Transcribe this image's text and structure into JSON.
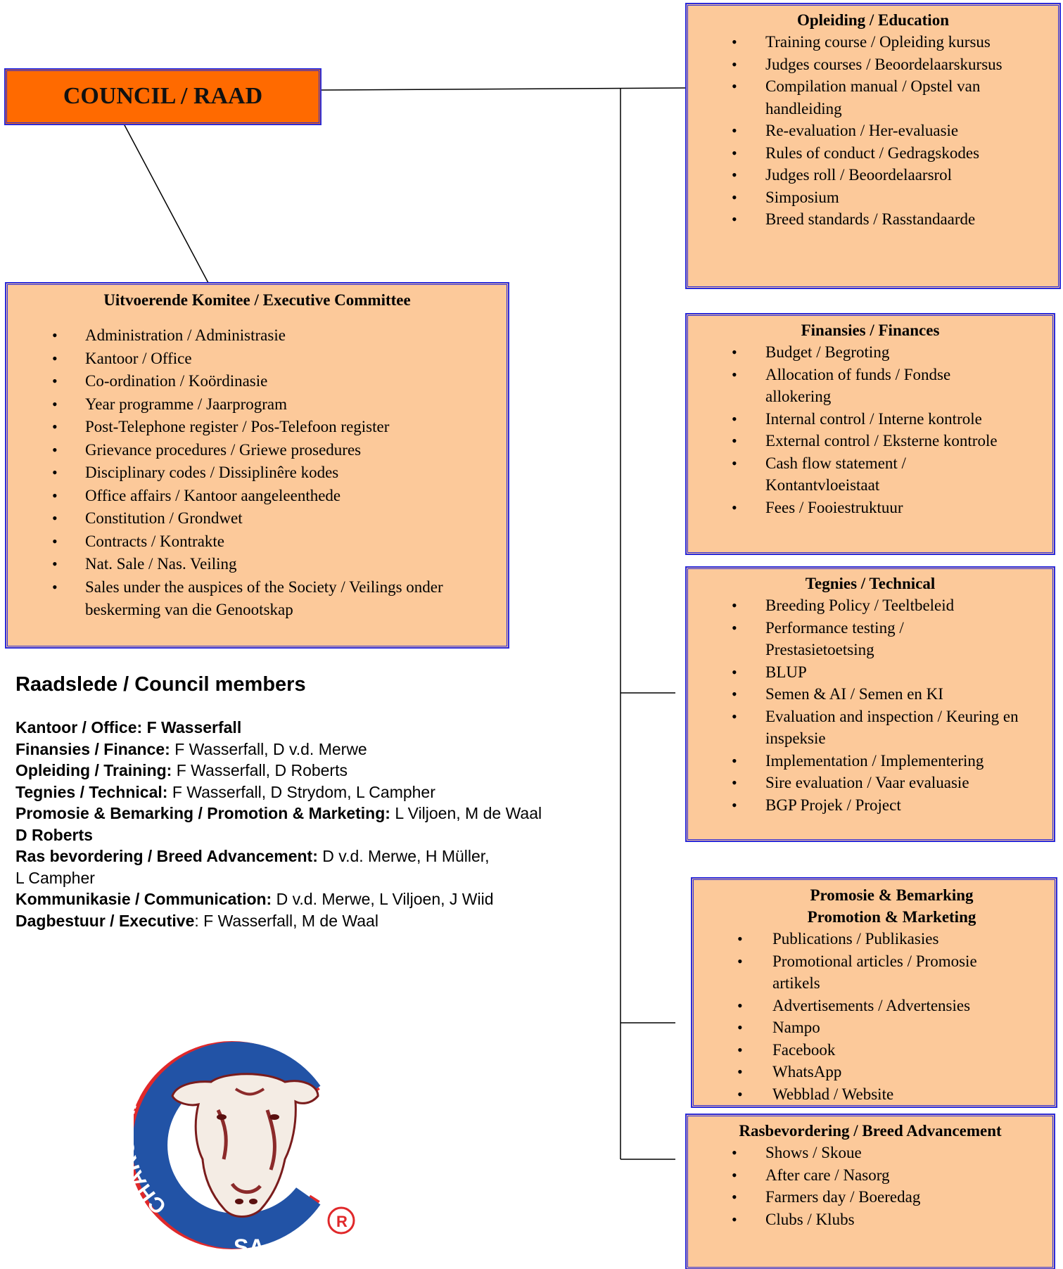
{
  "council": {
    "title": "COUNCIL / RAAD"
  },
  "executive": {
    "title": "Uitvoerende Komitee / Executive Committee",
    "items": [
      "Administration / Administrasie",
      "Kantoor / Office",
      "Co-ordination / Koördinasie",
      "Year programme / Jaarprogram",
      "Post-Telephone register / Pos-Telefoon register",
      "Grievance procedures / Griewe prosedures",
      "Disciplinary codes / Dissiplinêre kodes",
      "Office affairs / Kantoor aangeleenthede",
      "Constitution / Grondwet",
      "Contracts / Kontrakte",
      "Nat. Sale / Nas. Veiling",
      "Sales under the auspices of the Society / Veilings onder beskerming van die Genootskap"
    ]
  },
  "education": {
    "title": "Opleiding / Education",
    "items": [
      "Training course / Opleiding kursus",
      "Judges courses / Beoordelaarskursus",
      "Compilation manual / Opstel van handleiding",
      "Re-evaluation / Her-evaluasie",
      "Rules of conduct / Gedragskodes",
      "Judges roll / Beoordelaarsrol",
      "Simposium",
      "Breed standards / Rasstandaarde"
    ]
  },
  "finances": {
    "title": "Finansies / Finances",
    "items": [
      "Budget / Begroting",
      "Allocation of funds / Fondse allokering",
      "Internal control / Interne kontrole",
      "External control / Eksterne kontrole",
      "Cash flow statement / Kontantvloeistaat",
      "Fees / Fooiestruktuur"
    ]
  },
  "technical": {
    "title": "Tegnies / Technical",
    "items": [
      "Breeding Policy / Teeltbeleid",
      "Performance testing / Prestasietoetsing",
      "BLUP",
      "Semen & AI / Semen en KI",
      "Evaluation and inspection / Keuring en inspeksie",
      "Implementation / Implementering",
      "Sire evaluation / Vaar evaluasie",
      "BGP Projek / Project"
    ]
  },
  "promotion": {
    "title_line1": "Promosie & Bemarking",
    "title_line2": "Promotion & Marketing",
    "items": [
      "Publications / Publikasies",
      "Promotional articles / Promosie artikels",
      "Advertisements / Advertensies",
      "Nampo",
      "Facebook",
      "WhatsApp",
      "Webblad / Website"
    ]
  },
  "breed": {
    "title": "Rasbevordering / Breed Advancement",
    "items": [
      "Shows / Skoue",
      "After care / Nasorg",
      "Farmers day / Boeredag",
      "Clubs / Klubs"
    ]
  },
  "members": {
    "heading": "Raadslede / Council members",
    "rows": [
      {
        "label": "Kantoor / Office:",
        "names": "F Wasserfall",
        "names_bold": true
      },
      {
        "label": "Finansies / Finance:",
        "names": "F Wasserfall, D v.d. Merwe"
      },
      {
        "label": "Opleiding / Training:",
        "names": "F Wasserfall, D Roberts"
      },
      {
        "label": "Tegnies / Technical:",
        "names": "F Wasserfall, D Strydom, L Campher"
      },
      {
        "label": "Promosie & Bemarking / Promotion & Marketing:",
        "names": "L Viljoen, M de Waal"
      },
      {
        "label": "D Roberts",
        "names": ""
      },
      {
        "label": "Ras bevordering / Breed Advancement:",
        "names": "D v.d. Merwe, H Müller,"
      },
      {
        "label": "",
        "names": "L Campher"
      },
      {
        "label": "Kommunikasie / Communication:",
        "names": "D v.d. Merwe, L Viljoen, J Wiid"
      },
      {
        "label": "Dagbestuur / Executive",
        "names": ": F Wasserfall, M de Waal"
      }
    ]
  },
  "logo": {
    "arc_text": "CHAROLAIS",
    "bottom_text": "SA",
    "registered_mark": "R"
  },
  "colors": {
    "box_fill": "#fcc99a",
    "box_border": "#2b2bd9",
    "council_fill": "#ff6a00",
    "logo_red": "#e0282a",
    "logo_blue": "#2253a6"
  }
}
